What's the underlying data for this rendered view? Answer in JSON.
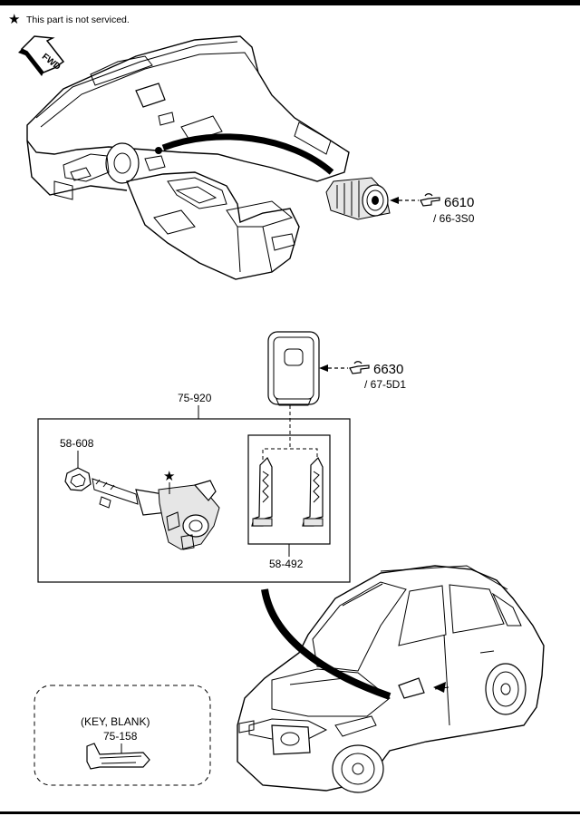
{
  "note": "This part is not serviced.",
  "fwd": "FWD",
  "callouts": {
    "c6610": {
      "ref": "6610",
      "sub": "/ 66-3S0"
    },
    "c6630": {
      "ref": "6630",
      "sub": "/ 67-5D1"
    }
  },
  "parts": {
    "p75920": "75-920",
    "p58608": "58-608",
    "p58492": "58-492",
    "p75158": "75-158",
    "keyBlank": "(KEY, BLANK)"
  },
  "star": "★",
  "colors": {
    "ink": "#000000",
    "shade": "#e6e6e6",
    "paper": "#ffffff"
  }
}
